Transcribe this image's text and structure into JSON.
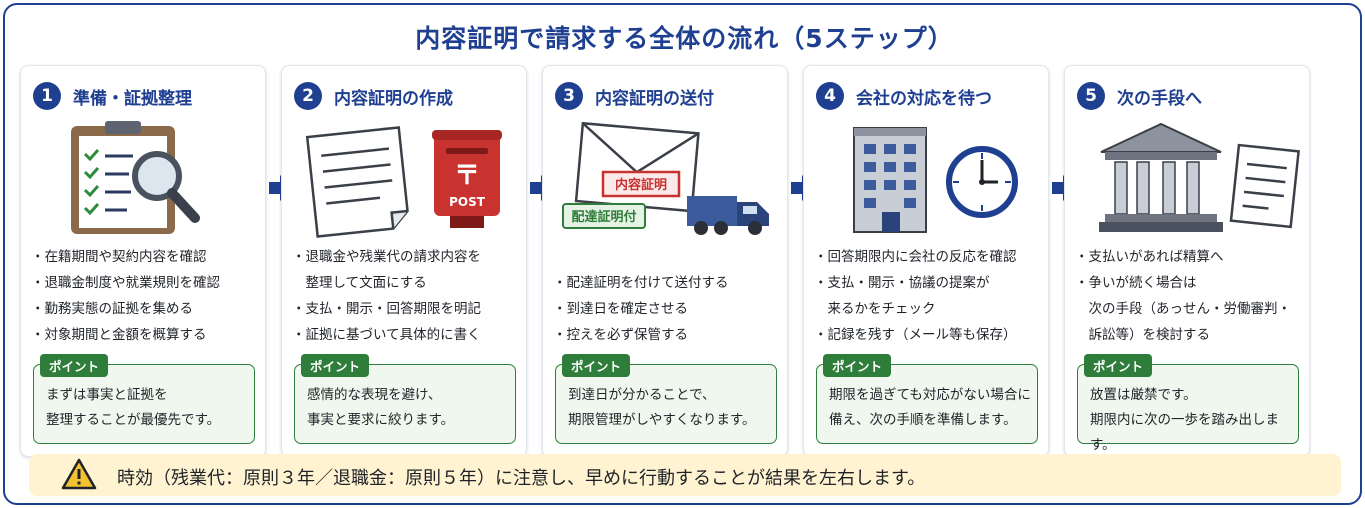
{
  "title": "内容証明で請求する全体の流れ（5ステップ）",
  "colors": {
    "primary": "#1f3f91",
    "point_green": "#2f7d3a",
    "warning_bg": "#fff3d1",
    "stamp_red": "#c8322f"
  },
  "steps": [
    {
      "number": "1",
      "title": "準備・証拠整理",
      "icon": "clipboard-magnifier-icon",
      "bullets": [
        "在籍期間や契約内容を確認",
        "退職金制度や就業規則を確認",
        "勤務実態の証拠を集める",
        "対象期間と金額を概算する"
      ],
      "point_label": "ポイント",
      "point_text": "まずは事実と証拠を\n整理することが最優先です。"
    },
    {
      "number": "2",
      "title": "内容証明の作成",
      "icon": "document-postbox-icon",
      "post_label": "POST",
      "bullets": [
        "退職金や残業代の請求内容を",
        "整理して文面にする",
        "支払・開示・回答期限を明記",
        "証拠に基づいて具体的に書く"
      ],
      "point_label": "ポイント",
      "point_text": "感情的な表現を避け、\n事実と要求に絞ります。"
    },
    {
      "number": "3",
      "title": "内容証明の送付",
      "icon": "envelope-truck-icon",
      "stamp_label": "内容証明",
      "tag_label": "配達証明付",
      "bullets": [
        "配達証明を付けて送付する",
        "到達日を確定させる",
        "控えを必ず保管する"
      ],
      "point_label": "ポイント",
      "point_text": "到達日が分かることで、\n期限管理がしやすくなります。"
    },
    {
      "number": "4",
      "title": "会社の対応を待つ",
      "icon": "building-clock-icon",
      "bullets": [
        "回答期限内に会社の反応を確認",
        "支払・開示・協議の提案が",
        "来るかをチェック",
        "記録を残す（メール等も保存）"
      ],
      "point_label": "ポイント",
      "point_text": "期限を過ぎても対応がない場合に\n備え、次の手順を準備します。"
    },
    {
      "number": "5",
      "title": "次の手段へ",
      "icon": "courthouse-document-icon",
      "bullets": [
        "支払いがあれば精算へ",
        "争いが続く場合は",
        "次の手段（あっせん・労働審判・",
        "訴訟等）を検討する"
      ],
      "point_label": "ポイント",
      "point_text": "放置は厳禁です。\n期限内に次の一歩を踏み出します。"
    }
  ],
  "warning": {
    "icon": "warning-triangle-icon",
    "text": "時効（残業代：原則３年／退職金：原則５年）に注意し、早めに行動することが結果を左右します。"
  }
}
